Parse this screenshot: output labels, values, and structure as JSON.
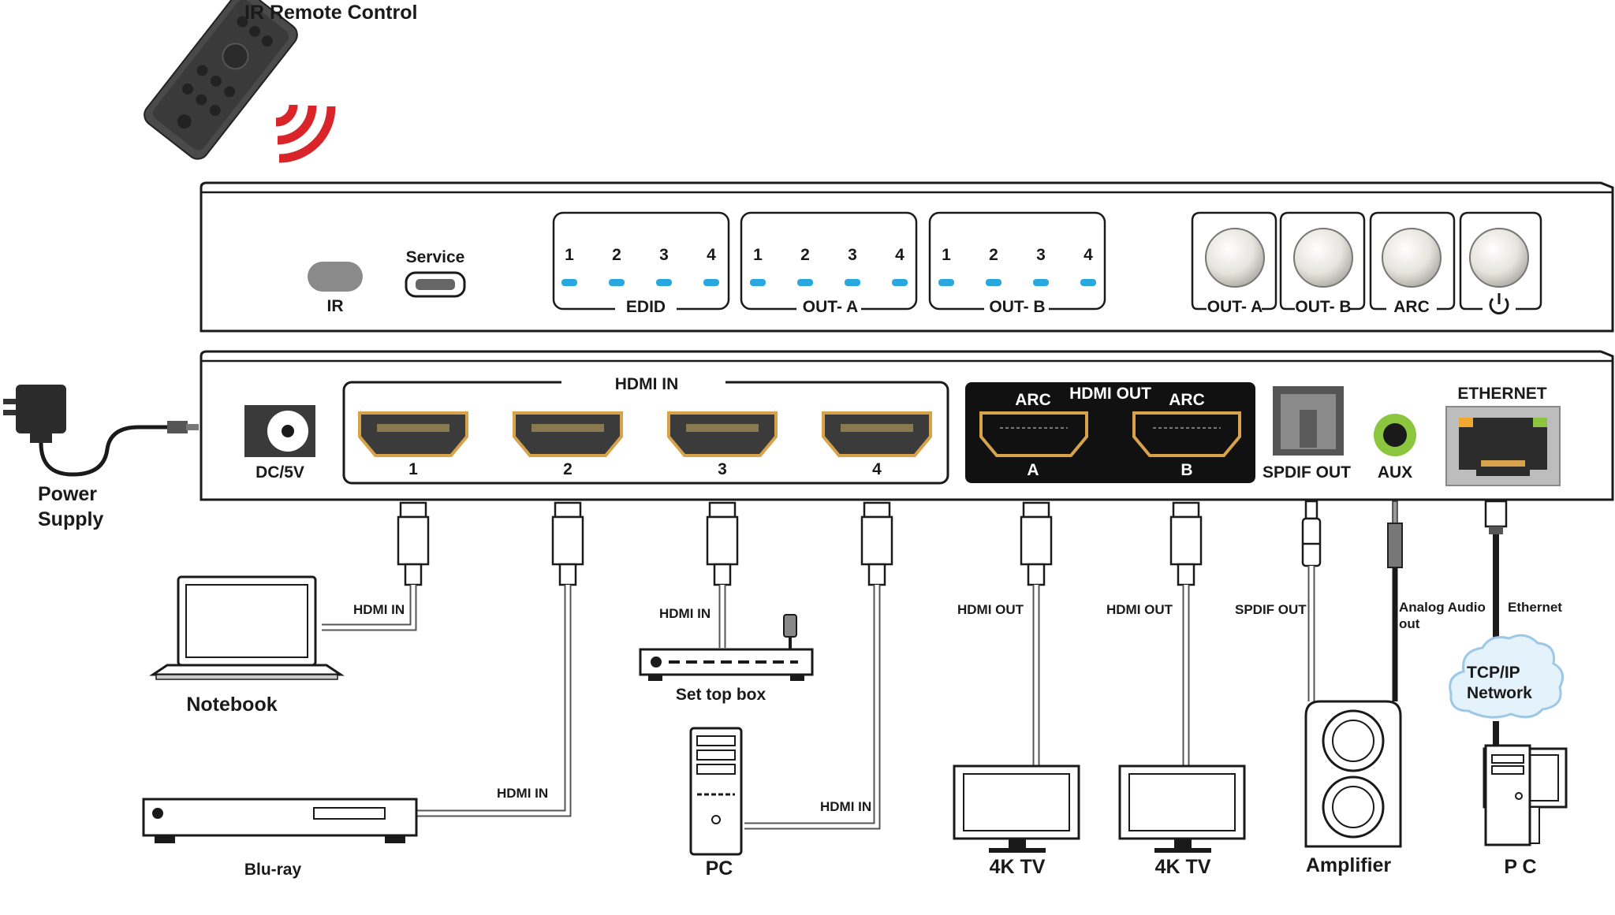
{
  "colors": {
    "accent_red": "#d9252a",
    "led_blue": "#29a8e0",
    "hdmi_gold": "#d8a24a",
    "aux_green": "#8cc63f",
    "panel_black": "#111111"
  },
  "remote": {
    "label": "IR Remote Control",
    "icon": "ir-remote-icon"
  },
  "front_panel": {
    "ir_label": "IR",
    "service_label": "Service",
    "led_groups": [
      {
        "label": "EDID",
        "numbers": [
          "1",
          "2",
          "3",
          "4"
        ]
      },
      {
        "label": "OUT- A",
        "numbers": [
          "1",
          "2",
          "3",
          "4"
        ]
      },
      {
        "label": "OUT- B",
        "numbers": [
          "1",
          "2",
          "3",
          "4"
        ]
      }
    ],
    "buttons": [
      {
        "label": "OUT- A"
      },
      {
        "label": "OUT- B"
      },
      {
        "label": "ARC"
      },
      {
        "label": "",
        "icon": "power-icon"
      }
    ]
  },
  "rear_panel": {
    "dc_label": "DC/5V",
    "hdmi_in_title": "HDMI IN",
    "hdmi_in_ports": [
      "1",
      "2",
      "3",
      "4"
    ],
    "hdmi_out_title": "HDMI OUT",
    "arc_labels": [
      "ARC",
      "ARC"
    ],
    "hdmi_out_ports": [
      "A",
      "B"
    ],
    "spdif_label": "SPDIF OUT",
    "aux_label": "AUX",
    "ethernet_label": "ETHERNET"
  },
  "power_supply": {
    "label_line1": "Power",
    "label_line2": "Supply"
  },
  "devices": {
    "notebook": {
      "name": "Notebook",
      "cable_label": "HDMI IN"
    },
    "bluray": {
      "name": "Blu-ray",
      "cable_label": "HDMI IN"
    },
    "settop": {
      "name": "Set top box",
      "cable_label": "HDMI IN"
    },
    "pc_source": {
      "name": "PC",
      "cable_label": "HDMI IN"
    },
    "tv_a": {
      "name": "4K TV",
      "cable_label": "HDMI OUT"
    },
    "tv_b": {
      "name": "4K TV",
      "cable_label": "HDMI OUT"
    },
    "amplifier": {
      "name": "Amplifier",
      "cable_label": "SPDIF OUT"
    },
    "analog": {
      "cable_label_line1": "Analog Audio",
      "cable_label_line2": "out"
    },
    "ethernet": {
      "cable_label": "Ethernet"
    },
    "network": {
      "line1": "TCP/IP",
      "line2": "Network"
    },
    "pc_net": {
      "name": "P C"
    }
  }
}
